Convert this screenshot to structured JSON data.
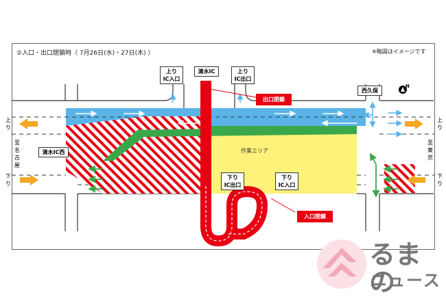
{
  "title": "②入口・出口閉鎖時（ 7月26日(水)・27日(木) ）",
  "note": "※略図はイメージです",
  "labels": {
    "ic_top": "清水IC",
    "up_ic_entrance": "上り\nIC入口",
    "up_ic_exit": "上り\nIC出口",
    "down_ic_exit": "下り\nIC出口",
    "down_ic_entrance": "下り\nIC入口",
    "shimizu_ic_west": "清水IC西",
    "nishikubo": "西久保",
    "exit_closed": "出口閉鎖",
    "entrance_closed": "入口閉鎖",
    "work_area": "作業エリア",
    "left_up": "上り",
    "left_down": "下り",
    "left_dest_to": "至",
    "left_dest": "名古屋",
    "right_up": "上り",
    "right_down": "下り",
    "right_dest_to": "至",
    "right_dest": "東京",
    "north": "N"
  },
  "logo": {
    "main": "るまの",
    "sub": "ニュース"
  },
  "colors": {
    "blue": "#5ab4e8",
    "green": "#3aa84a",
    "red": "#e60012",
    "yellow": "#fff27a",
    "orange": "#f5a623"
  }
}
